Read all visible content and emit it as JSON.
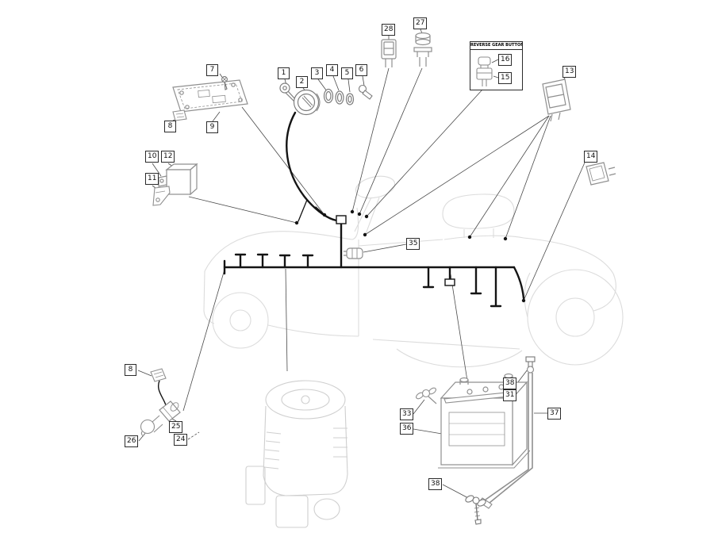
{
  "figure_type": "exploded-parts-diagram",
  "reverse_gear_button_title": "REVERSE GEAR BUTTON",
  "colors": {
    "harness": "#141414",
    "parts_outline": "#8f8f8f",
    "tractor_outline": "#dcdcdc",
    "engine_outline": "#cfcfcf",
    "callout_border": "#2b2b2b"
  },
  "labels": {
    "c1": "1",
    "c2": "2",
    "c3": "3",
    "c4": "4",
    "c5": "5",
    "c6": "6",
    "c7": "7",
    "c8_top": "8",
    "c9": "9",
    "c10": "10",
    "c11": "11",
    "c12": "12",
    "c13": "13",
    "c14": "14",
    "c15": "15",
    "c16": "16",
    "c24": "24",
    "c25": "25",
    "c26": "26",
    "c27": "27",
    "c28": "28",
    "c31": "31",
    "c33": "33",
    "c35": "35",
    "c36": "36",
    "c37": "37",
    "c38_top": "38",
    "c38_bottom": "38",
    "c8_mid": "8"
  }
}
